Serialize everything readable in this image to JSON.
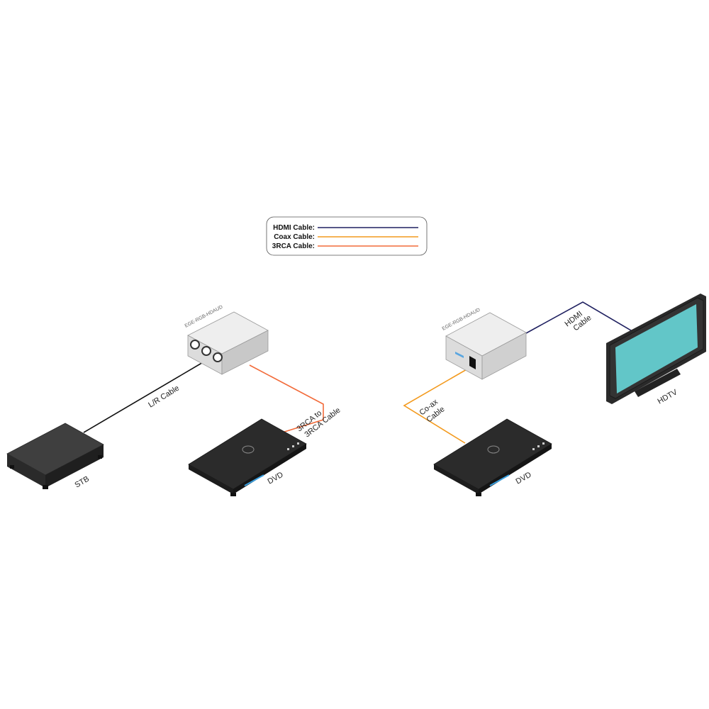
{
  "legend": {
    "items": [
      {
        "label": "HDMI Cable:",
        "color": "#1f2060"
      },
      {
        "label": "Coax Cable:",
        "color": "#f39a1e"
      },
      {
        "label": "3RCA Cable:",
        "color": "#f26b3a"
      }
    ]
  },
  "left": {
    "device_label": "EGE-RGB-HDAUD",
    "stb_label": "STB",
    "dvd_label": "DVD",
    "lr_cable_label": "L/R Cable",
    "rca_cable_line1": "3RCA to",
    "rca_cable_line2": "3RCA Cable"
  },
  "right": {
    "device_label": "EGE-RGB-HDAUD",
    "dvd_label": "DVD",
    "hdtv_label": "HDTV",
    "coax_line1": "Co-ax",
    "coax_line2": "Cable",
    "hdmi_line1": "HDMI",
    "hdmi_line2": "Cable"
  },
  "colors": {
    "hdmi": "#1f2060",
    "coax": "#f39a1e",
    "rca": "#f26b3a",
    "lr": "#111111",
    "screen": "#62c6c8"
  }
}
